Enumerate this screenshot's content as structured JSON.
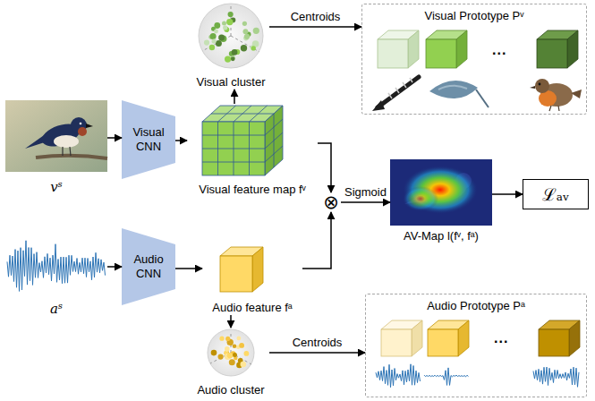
{
  "diagram": {
    "nodes": [
      {
        "text": [
          "Visual cluster"
        ]
      },
      {
        "text": [
          "Visual Prototype Pᵛ"
        ]
      },
      {
        "text": [
          "vˢ"
        ]
      },
      {
        "text": [
          "Visual CNN"
        ]
      },
      {
        "text": [
          "Visual feature map fᵛ"
        ]
      },
      {
        "text": [
          "⊗"
        ]
      },
      {
        "text": [
          "AV-Map l(fᵛ, fᵃ)"
        ]
      },
      {
        "text": [
          "ℒₐᵥ"
        ]
      },
      {
        "text": [
          "aˢ"
        ]
      },
      {
        "text": [
          "Audio CNN"
        ]
      },
      {
        "text": [
          "Audio feature fᵃ"
        ]
      },
      {
        "text": [
          "Audio cluster"
        ]
      },
      {
        "text": [
          "Audio Prototype Pᵃ"
        ]
      }
    ],
    "edges": [
      {
        "from": 4,
        "to": 0,
        "arrow": "to"
      },
      {
        "from": 0,
        "to": 1,
        "label": "Centroids",
        "arrow": "to"
      },
      {
        "from": 2,
        "to": 3,
        "arrow": "to"
      },
      {
        "from": 3,
        "to": 4,
        "arrow": "to"
      },
      {
        "from": 4,
        "to": 5,
        "arrow": "to"
      },
      {
        "from": 5,
        "to": 6,
        "label": "Sigmoid",
        "arrow": "to"
      },
      {
        "from": 6,
        "to": 7,
        "arrow": "to"
      },
      {
        "from": 8,
        "to": 9,
        "arrow": "to"
      },
      {
        "from": 9,
        "to": 10,
        "arrow": "to"
      },
      {
        "from": 10,
        "to": 5,
        "arrow": "to"
      },
      {
        "from": 10,
        "to": 11,
        "arrow": "to"
      },
      {
        "from": 11,
        "to": 12,
        "label": "Centroids",
        "arrow": "to"
      }
    ],
    "labels": [
      "...",
      "..."
    ]
  }
}
